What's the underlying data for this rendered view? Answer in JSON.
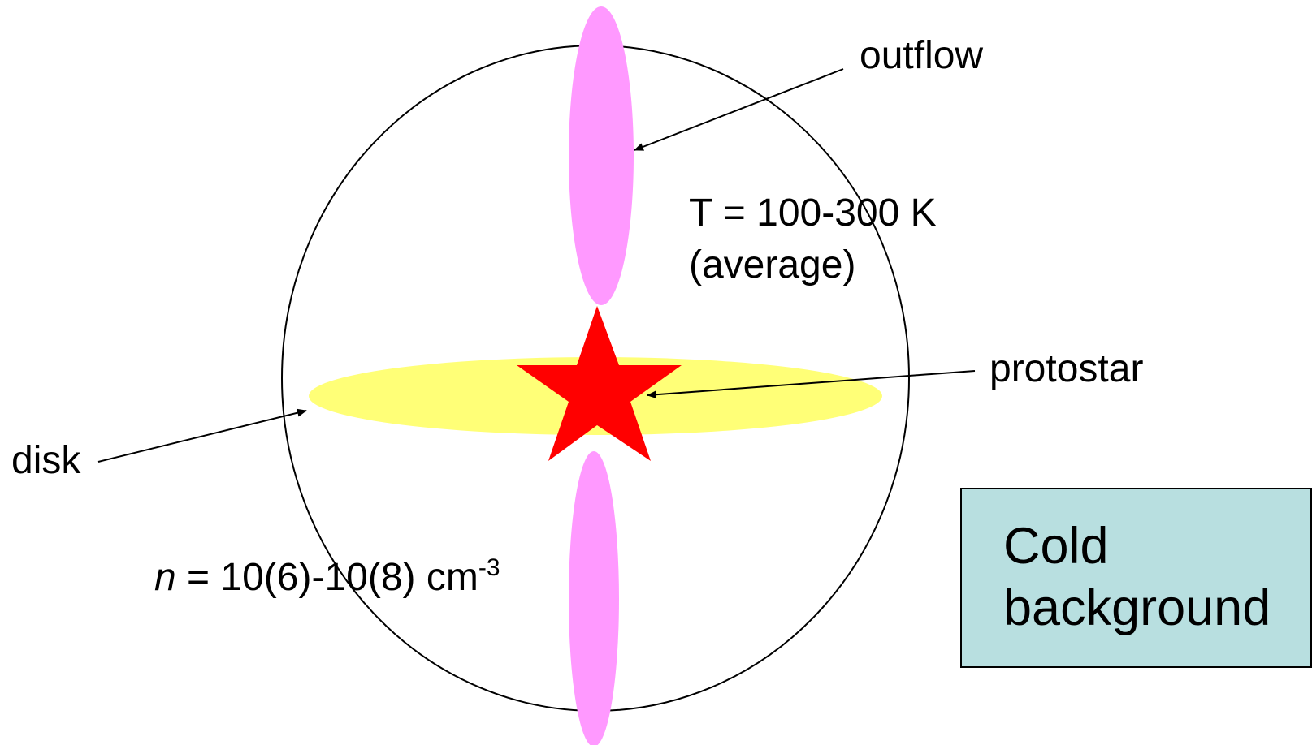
{
  "labels": {
    "outflow": "outflow",
    "temperature_line1": "T = 100-300 K",
    "temperature_line2": "(average)",
    "protostar": "protostar",
    "disk": "disk",
    "density_var": "n",
    "density_value": " = 10(6)-10(8) cm",
    "density_exponent": "-3"
  },
  "legend_box": {
    "line1": "Cold",
    "line2": "background"
  },
  "colors": {
    "envelope_outline": "#000000",
    "outflow": "#ff99ff",
    "disk": "#ffff77",
    "protostar": "#ff0000",
    "cold_background_box": "#b8dfe0"
  },
  "icons": {
    "protostar": "star-icon"
  }
}
